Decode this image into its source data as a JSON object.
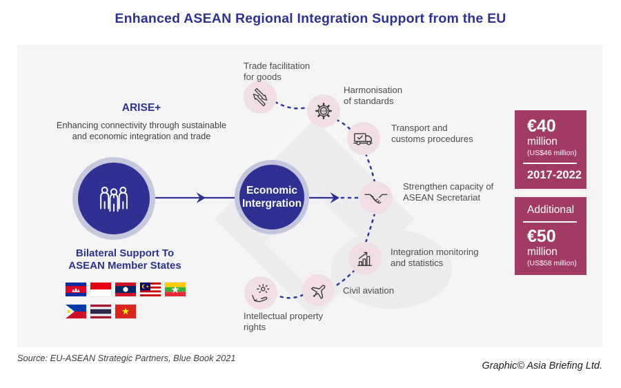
{
  "title": "Enhanced ASEAN Regional Integration Support from the EU",
  "colors": {
    "accent_blue": "#2e3192",
    "maroon": "#a23a66",
    "node_pink": "#f1dde6"
  },
  "left": {
    "program_name": "ARISE+",
    "program_desc": "Enhancing connectivity through sustainable\nand economic integration and trade",
    "bilateral_heading": "Bilateral Support To\nASEAN Member States",
    "member_flags": [
      "Cambodia",
      "Indonesia",
      "Laos",
      "Malaysia",
      "Myanmar",
      "Philippines",
      "Thailand",
      "Vietnam"
    ]
  },
  "center": {
    "label": "Economic\nIntergration"
  },
  "areas": [
    {
      "label": "Trade facilitation\nfor goods",
      "icon": "trade-arrows"
    },
    {
      "label": "Harmonisation\nof standards",
      "icon": "sop-gear"
    },
    {
      "label": "Transport and\ncustoms procedures",
      "icon": "customs-truck"
    },
    {
      "label": "Strengthen capacity of\nASEAN Secretariat",
      "icon": "handshake"
    },
    {
      "label": "Integration monitoring\nand statistics",
      "icon": "bar-chart"
    },
    {
      "label": "Civil aviation",
      "icon": "airplane"
    },
    {
      "label": "Intellectual property\nrights",
      "icon": "idea-hand"
    }
  ],
  "gear_text": "SOP",
  "funding": {
    "box1": {
      "amount": "€40",
      "unit": "million",
      "usd": "(US$46 million)",
      "period": "2017-2022"
    },
    "box2": {
      "heading": "Additional",
      "amount": "€50",
      "unit": "million",
      "usd": "(US$58 million)"
    }
  },
  "footer": {
    "source": "Source: EU-ASEAN Strategic Partners, Blue Book 2021",
    "credit": "Graphic© Asia Briefing Ltd."
  }
}
